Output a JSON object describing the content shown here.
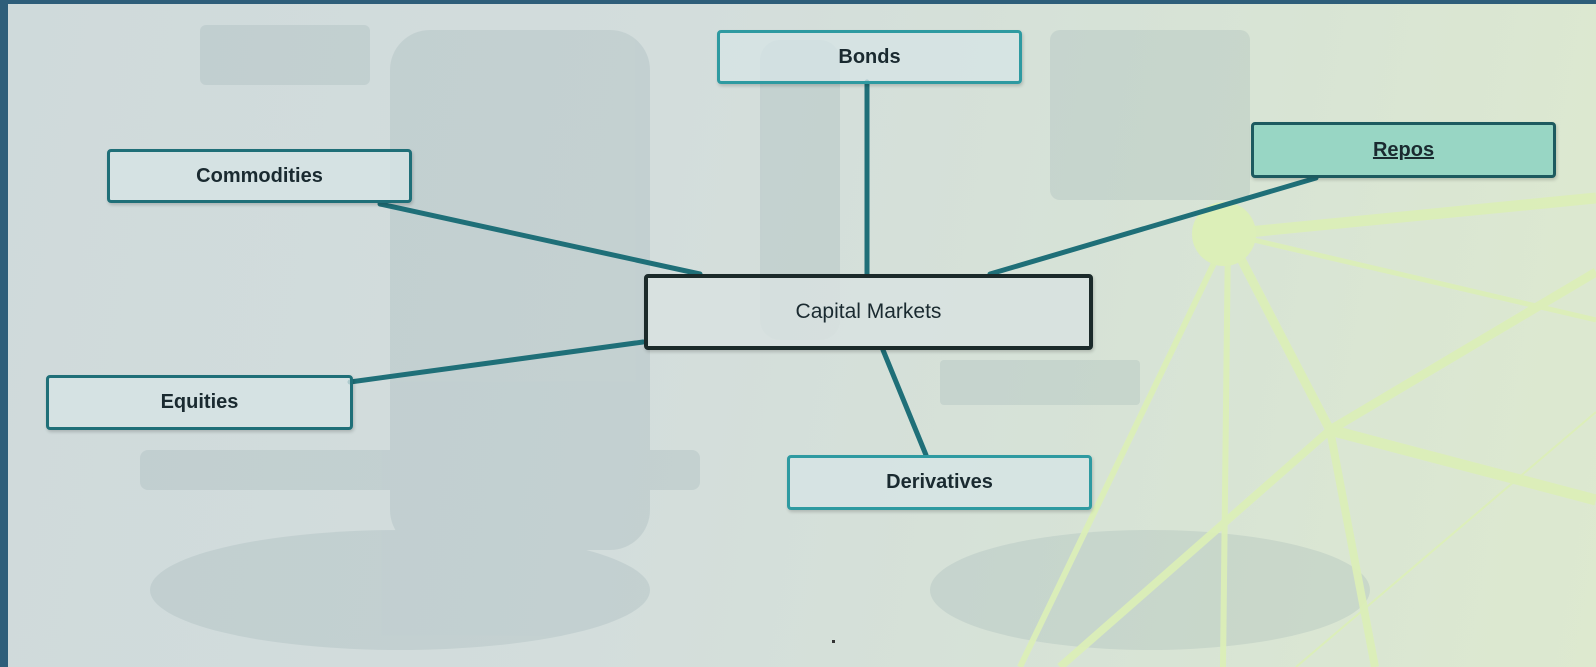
{
  "diagram": {
    "center": "Capital Markets",
    "branches": {
      "bonds": "Bonds",
      "commodities": "Commodities",
      "repos": "Repos",
      "equities": "Equities",
      "derivatives": "Derivatives"
    },
    "colors": {
      "edge": "#1f6f78",
      "center_border": "#1b2a2a",
      "highlight_fill": "#98d6c4",
      "network_lines": "#dcefb8"
    }
  }
}
